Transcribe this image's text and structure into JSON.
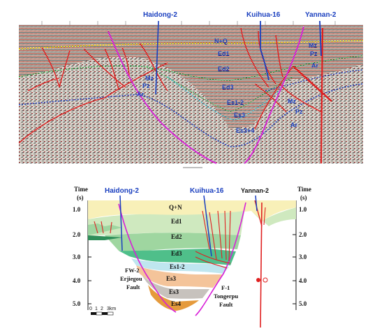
{
  "wells": [
    "Haidong-2",
    "Kuihua-16",
    "Yannan-2"
  ],
  "top_section": {
    "units": [
      "N+Q",
      "Ed1",
      "Ed2",
      "Ed3",
      "Es1-2",
      "Es3",
      "Es3+4",
      "Mz",
      "Pz",
      "Ar"
    ],
    "units_right": [
      "Mz",
      "Pz",
      "Ar"
    ]
  },
  "bottom_section": {
    "axis_title": "Time",
    "axis_unit": "(s)",
    "ticks": [
      "1.0",
      "2.0",
      "3.0",
      "4.0",
      "5.0"
    ],
    "units": [
      "Q+N",
      "Ed1",
      "Ed2",
      "Ed3",
      "Es1-2",
      "Es3",
      "Es3",
      "Es4"
    ],
    "faults": {
      "left": [
        "FW-2",
        "Erjiegou",
        "Fault"
      ],
      "right": [
        "F-1",
        "Tongerpu",
        "Fault"
      ]
    },
    "scale": [
      "0",
      "1",
      "2",
      "3km"
    ]
  }
}
